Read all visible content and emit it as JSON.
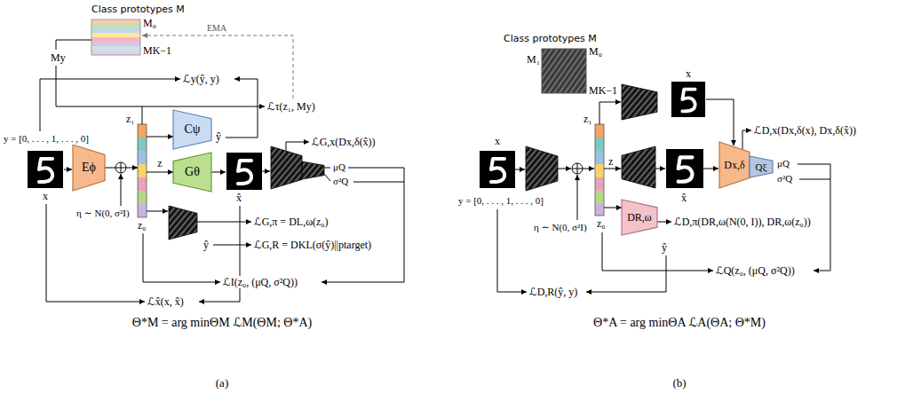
{
  "diagram": {
    "nodes": [
      {
        "text": [
          "Class prototypes M",
          "M₀",
          "MK−1"
        ]
      },
      {
        "text": [
          "Eϕ"
        ]
      },
      {
        "text": [
          "z₁",
          "z₀"
        ]
      },
      {
        "text": [
          "Cψ"
        ]
      },
      {
        "text": [
          "Gθ"
        ]
      },
      {
        "text": [
          "Class prototypes M",
          "M₀",
          "M₁",
          "MK−1"
        ]
      },
      {
        "text": [
          "z₁",
          "z₀"
        ]
      },
      {
        "text": [
          "Dx,δ"
        ]
      },
      {
        "text": [
          "Qξ"
        ]
      },
      {
        "text": [
          "DR,ω"
        ]
      }
    ],
    "edges": [
      {
        "from": 1,
        "to": 2,
        "arrow": "to"
      },
      {
        "from": 2,
        "to": 3,
        "arrow": "to"
      },
      {
        "from": 2,
        "to": 4,
        "arrow": "to",
        "label": "z"
      },
      {
        "from": 6,
        "to": 9,
        "arrow": "to"
      }
    ],
    "labels": [
      "My",
      "ℒy(ŷ, y)",
      "EMA",
      "ℒτ(z₁, My)",
      "y = [0, . . . , 1, . . . , 0]",
      "x",
      "η ∼ N(0, σ²I)",
      "ŷ",
      "x̂",
      "ℒG,x(Dx,δ(x̂))",
      "μQ",
      "σ²Q",
      "ℒG,π = DL,ω(z₀)",
      "ŷ",
      "ℒG,R = DKL(σ(ŷ)||ptarget)",
      "ℒI(z₀, (μQ, σ²Q))",
      "ℒx̂(x, x̂)",
      "Θ*M = arg minΘM ℒM(ΘM; Θ*A)",
      "(a)",
      "x",
      "x",
      "y = [0, . . . , 1, . . . , 0]",
      "η ∼ N(0, σ²I)",
      "z",
      "x̂",
      "ℒD,x(Dx,δ(x), Dx,δ(x̂))",
      "μQ",
      "σ²Q",
      "ℒD,π(DR,ω(N(0, I)), DR,ω(z₀))",
      "ŷ",
      "ℒQ(z₀, (μQ, σ²Q))",
      "ℒD,R(ŷ, y)",
      "Θ*A = arg minΘA ℒA(ΘA; Θ*M)",
      "(b)"
    ]
  }
}
